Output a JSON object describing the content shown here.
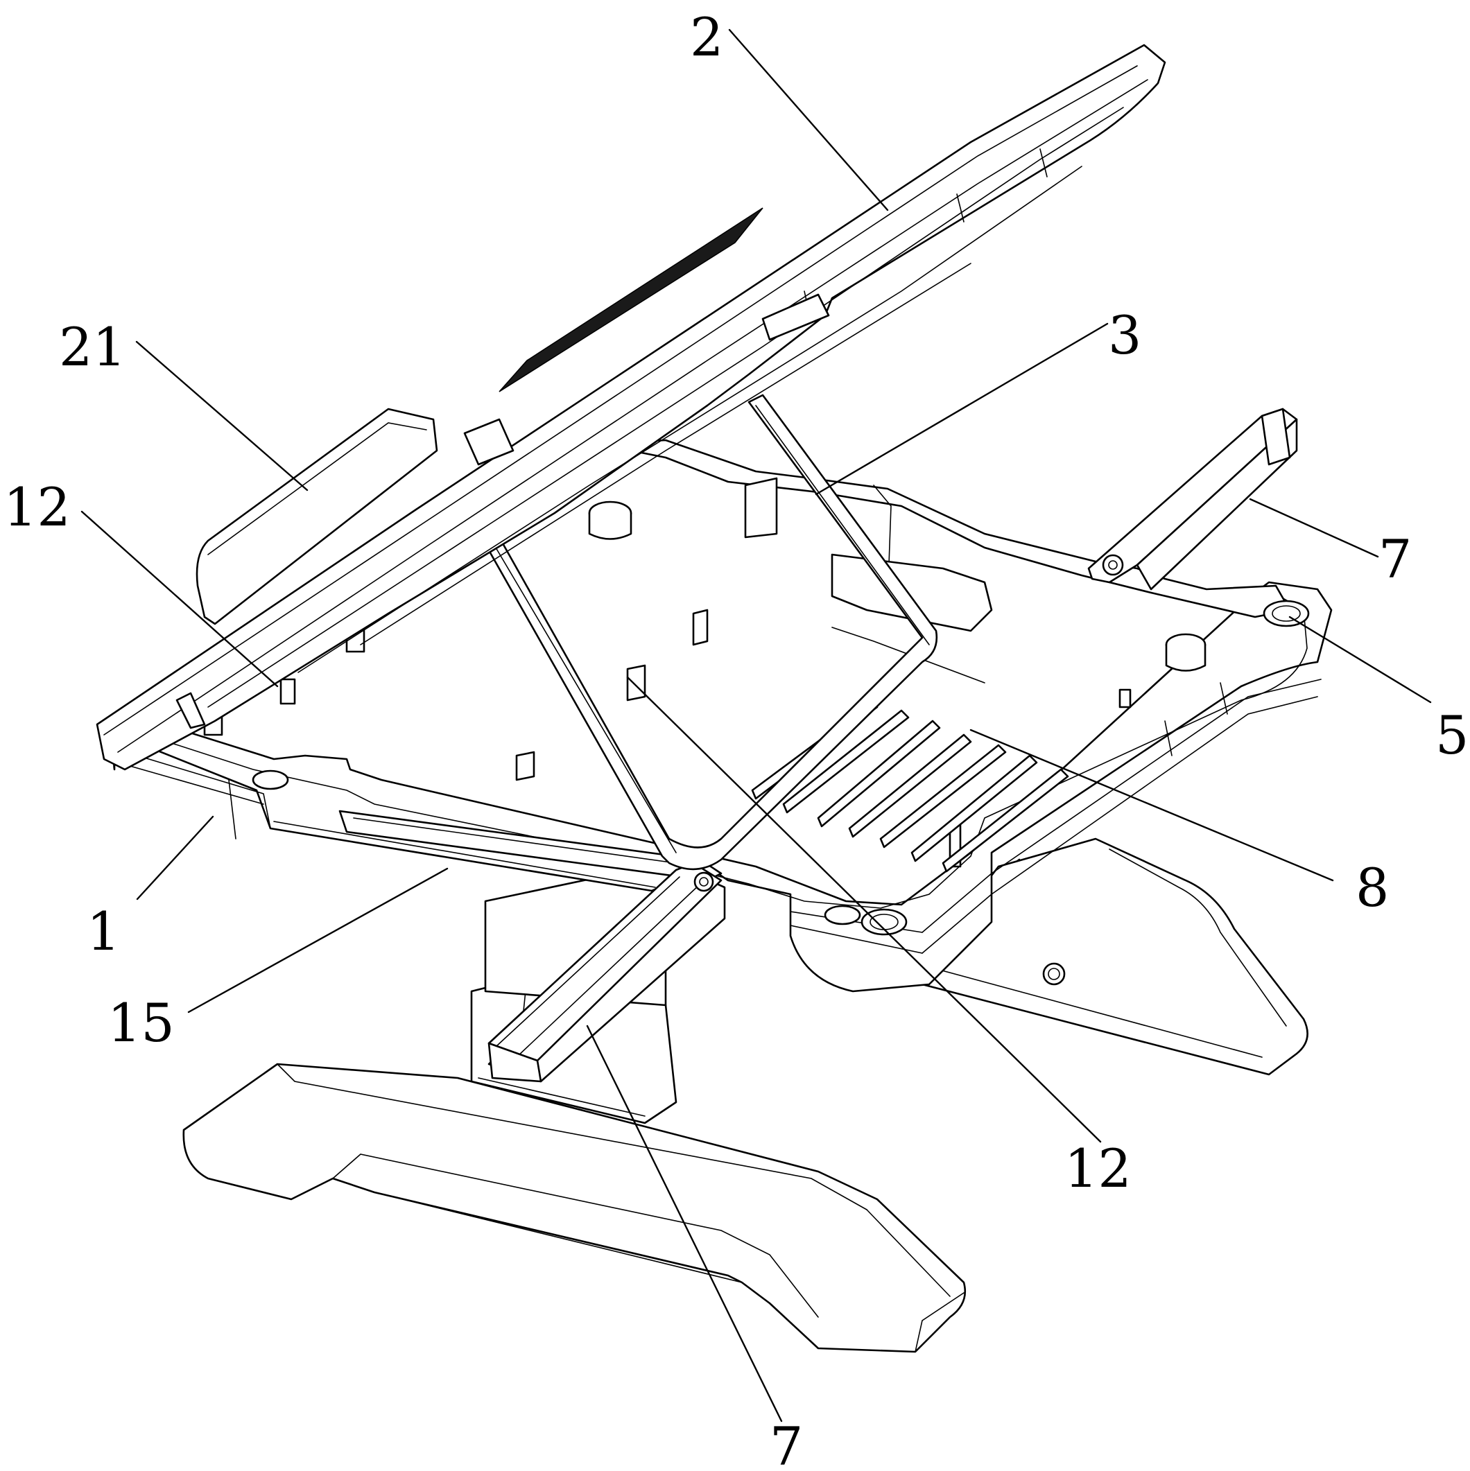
{
  "callouts": [
    {
      "id": "c-2",
      "text": "2"
    },
    {
      "id": "c-21",
      "text": "21"
    },
    {
      "id": "c-3",
      "text": "3"
    },
    {
      "id": "c-12-top",
      "text": "12"
    },
    {
      "id": "c-7-top",
      "text": "7"
    },
    {
      "id": "c-5",
      "text": "5"
    },
    {
      "id": "c-8",
      "text": "8"
    },
    {
      "id": "c-1",
      "text": "1"
    },
    {
      "id": "c-15",
      "text": "15"
    },
    {
      "id": "c-12-bottom",
      "text": "12"
    },
    {
      "id": "c-7-bottom",
      "text": "7"
    }
  ]
}
